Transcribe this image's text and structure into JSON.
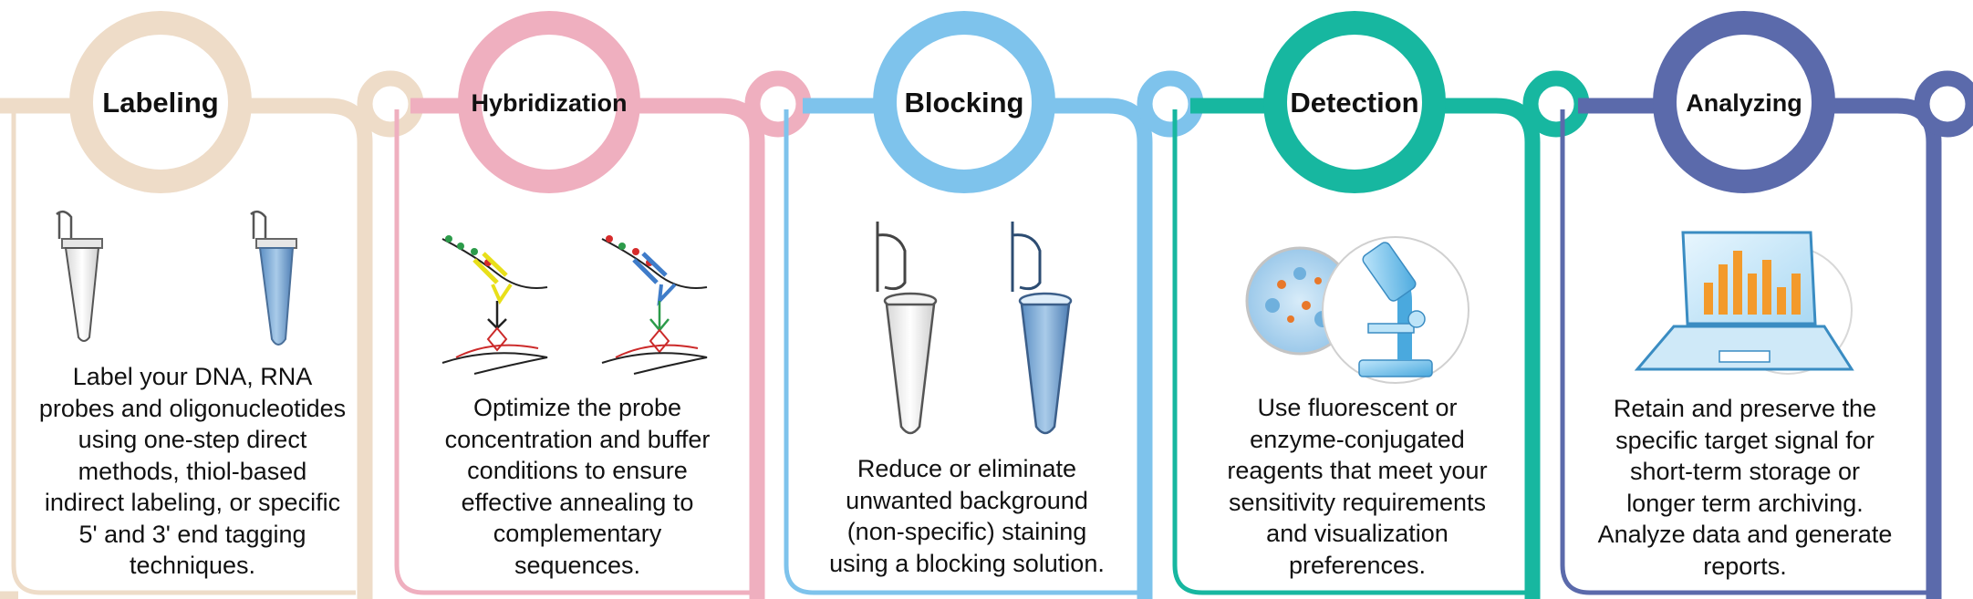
{
  "steps": [
    {
      "title": "Labeling",
      "color": "#eedcc8",
      "icon": "microtubes-icon",
      "description": [
        "Label your DNA, RNA",
        "probes and oligonucleotides",
        "using one-step direct",
        "methods, thiol-based",
        "indirect labeling, or specific",
        "5' and 3' end tagging",
        "techniques."
      ]
    },
    {
      "title": "Hybridization",
      "color": "#efafbf",
      "icon": "probe-hybridization-icon",
      "description": [
        "Optimize the probe",
        "concentration and buffer",
        "conditions to ensure",
        "effective annealing to",
        "complementary",
        "sequences."
      ]
    },
    {
      "title": "Blocking",
      "color": "#7ec3ec",
      "icon": "microcentrifuge-tubes-icon",
      "description": [
        "Reduce or eliminate",
        "unwanted background",
        "(non-specific) staining",
        "using a blocking solution."
      ]
    },
    {
      "title": "Detection",
      "color": "#17b7a0",
      "icon": "microscope-icon",
      "description": [
        "Use fluorescent or",
        "enzyme-conjugated",
        "reagents that meet your",
        "sensitivity requirements",
        "and visualization",
        "preferences."
      ]
    },
    {
      "title": "Analyzing",
      "color": "#5b6aab",
      "icon": "laptop-chart-icon",
      "description": [
        "Retain and preserve the",
        "specific target signal for",
        "short-term storage or",
        "longer term archiving.",
        "Analyze data and generate",
        "reports."
      ]
    }
  ]
}
